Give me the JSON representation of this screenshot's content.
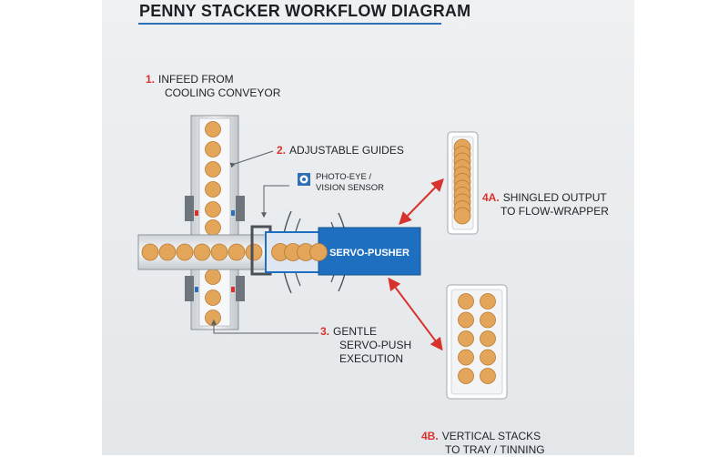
{
  "title": "PENNY STACKER WORKFLOW DIAGRAM",
  "steps": {
    "infeed": {
      "number": "1.",
      "line1": "INFEED FROM",
      "line2": "COOLING CONVEYOR"
    },
    "guides": {
      "number": "2.",
      "text": "ADJUSTABLE GUIDES"
    },
    "sensor": {
      "line1": "PHOTO-EYE /",
      "line2": "VISION SENSOR"
    },
    "pusher": {
      "label": "SERVO-PUSHER"
    },
    "push": {
      "number": "3.",
      "line1": "GENTLE",
      "line2": "SERVO-PUSH",
      "line3": "EXECUTION"
    },
    "shingled": {
      "number": "4A.",
      "line1": "SHINGLED OUTPUT",
      "line2": "TO FLOW-WRAPPER"
    },
    "vertical": {
      "number": "4B.",
      "line1": "VERTICAL STACKS",
      "line2": "TO TRAY / TINNING"
    }
  },
  "colors": {
    "penny": "#e3a55a",
    "penny_edge": "#b77a33",
    "pusher_blue": "#1f6fc0",
    "arrow_red": "#d8322c",
    "accent_blue": "#2f6fb8"
  },
  "icons": {
    "sensor": "eye-sensor-icon"
  }
}
